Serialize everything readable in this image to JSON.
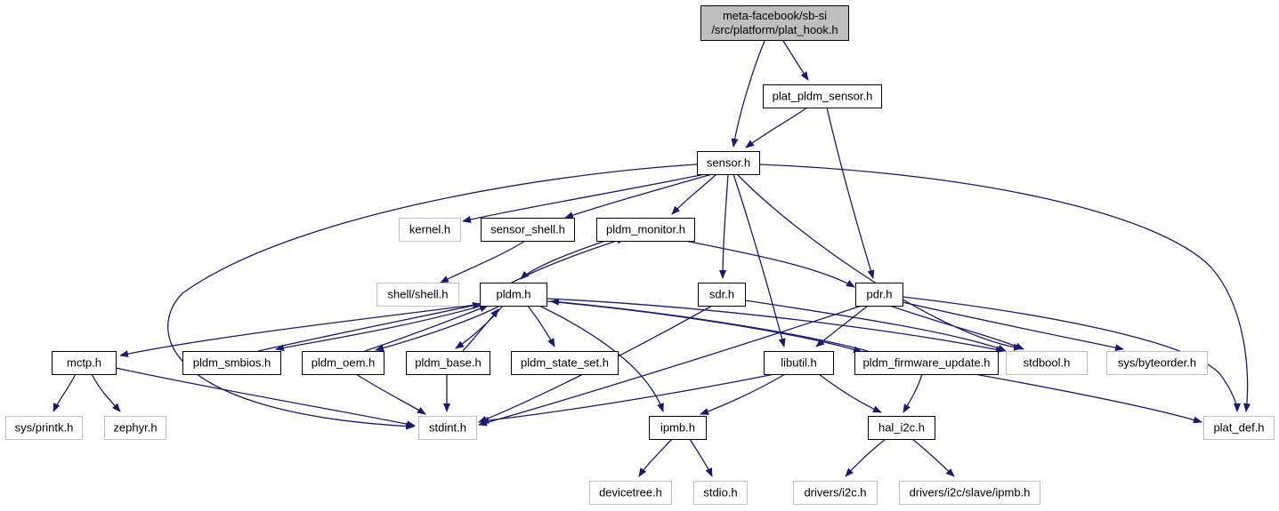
{
  "colors": {
    "edge": "#191970",
    "node_border": "#000000",
    "external_border": "#bfbfbf",
    "root_fill": "#bfbfbf",
    "node_fill": "#ffffff"
  },
  "nodes": [
    {
      "id": "root",
      "label": "meta-facebook/sb-si\n/src/platform/plat_hook.h",
      "kind": "root"
    },
    {
      "id": "plat_pldm_sensor",
      "label": "plat_pldm_sensor.h",
      "kind": "local"
    },
    {
      "id": "sensor",
      "label": "sensor.h",
      "kind": "local"
    },
    {
      "id": "kernel",
      "label": "kernel.h",
      "kind": "external"
    },
    {
      "id": "sensor_shell",
      "label": "sensor_shell.h",
      "kind": "local"
    },
    {
      "id": "pldm_monitor",
      "label": "pldm_monitor.h",
      "kind": "local"
    },
    {
      "id": "shell",
      "label": "shell/shell.h",
      "kind": "external"
    },
    {
      "id": "pldm",
      "label": "pldm.h",
      "kind": "local"
    },
    {
      "id": "sdr",
      "label": "sdr.h",
      "kind": "local"
    },
    {
      "id": "pdr",
      "label": "pdr.h",
      "kind": "local"
    },
    {
      "id": "mctp",
      "label": "mctp.h",
      "kind": "local"
    },
    {
      "id": "pldm_smbios",
      "label": "pldm_smbios.h",
      "kind": "local"
    },
    {
      "id": "pldm_oem",
      "label": "pldm_oem.h",
      "kind": "local"
    },
    {
      "id": "pldm_base",
      "label": "pldm_base.h",
      "kind": "local"
    },
    {
      "id": "pldm_state_set",
      "label": "pldm_state_set.h",
      "kind": "local"
    },
    {
      "id": "libutil",
      "label": "libutil.h",
      "kind": "local"
    },
    {
      "id": "pldm_fw",
      "label": "pldm_firmware_update.h",
      "kind": "local"
    },
    {
      "id": "stdbool",
      "label": "stdbool.h",
      "kind": "external"
    },
    {
      "id": "byteorder",
      "label": "sys/byteorder.h",
      "kind": "external"
    },
    {
      "id": "printk",
      "label": "sys/printk.h",
      "kind": "external"
    },
    {
      "id": "zephyr",
      "label": "zephyr.h",
      "kind": "external"
    },
    {
      "id": "stdint",
      "label": "stdint.h",
      "kind": "external"
    },
    {
      "id": "ipmb",
      "label": "ipmb.h",
      "kind": "local"
    },
    {
      "id": "hal_i2c",
      "label": "hal_i2c.h",
      "kind": "local"
    },
    {
      "id": "plat_def",
      "label": "plat_def.h",
      "kind": "external"
    },
    {
      "id": "devicetree",
      "label": "devicetree.h",
      "kind": "external"
    },
    {
      "id": "stdio",
      "label": "stdio.h",
      "kind": "external"
    },
    {
      "id": "drivers_i2c",
      "label": "drivers/i2c.h",
      "kind": "external"
    },
    {
      "id": "drivers_ipmb",
      "label": "drivers/i2c/slave/ipmb.h",
      "kind": "external"
    }
  ],
  "edges": [
    {
      "from": "root",
      "to": "sensor"
    },
    {
      "from": "root",
      "to": "plat_pldm_sensor"
    },
    {
      "from": "plat_pldm_sensor",
      "to": "sensor"
    },
    {
      "from": "plat_pldm_sensor",
      "to": "pdr"
    },
    {
      "from": "sensor",
      "to": "kernel"
    },
    {
      "from": "sensor",
      "to": "sensor_shell"
    },
    {
      "from": "sensor",
      "to": "pldm_monitor"
    },
    {
      "from": "sensor",
      "to": "sdr"
    },
    {
      "from": "sensor",
      "to": "libutil"
    },
    {
      "from": "sensor",
      "to": "stdbool"
    },
    {
      "from": "sensor",
      "to": "stdint"
    },
    {
      "from": "sensor",
      "to": "plat_def"
    },
    {
      "from": "sensor_shell",
      "to": "shell"
    },
    {
      "from": "pldm_monitor",
      "to": "pldm"
    },
    {
      "from": "pldm_monitor",
      "to": "pdr"
    },
    {
      "from": "pldm",
      "to": "pldm_monitor"
    },
    {
      "from": "pldm",
      "to": "mctp"
    },
    {
      "from": "pldm",
      "to": "pldm_smbios"
    },
    {
      "from": "pldm",
      "to": "pldm_oem"
    },
    {
      "from": "pldm",
      "to": "pldm_base"
    },
    {
      "from": "pldm",
      "to": "pldm_state_set"
    },
    {
      "from": "pldm",
      "to": "pldm_fw"
    },
    {
      "from": "pldm",
      "to": "ipmb"
    },
    {
      "from": "pldm",
      "to": "stdbool"
    },
    {
      "from": "pldm_smbios",
      "to": "pldm"
    },
    {
      "from": "pldm_oem",
      "to": "pldm"
    },
    {
      "from": "pldm_oem",
      "to": "stdint"
    },
    {
      "from": "pldm_base",
      "to": "pldm"
    },
    {
      "from": "pldm_base",
      "to": "stdint"
    },
    {
      "from": "pldm_fw",
      "to": "pldm"
    },
    {
      "from": "pldm_fw",
      "to": "hal_i2c"
    },
    {
      "from": "pldm_fw",
      "to": "plat_def"
    },
    {
      "from": "sdr",
      "to": "stdint"
    },
    {
      "from": "sdr",
      "to": "stdbool"
    },
    {
      "from": "pdr",
      "to": "libutil"
    },
    {
      "from": "pdr",
      "to": "stdbool"
    },
    {
      "from": "pdr",
      "to": "byteorder"
    },
    {
      "from": "pdr",
      "to": "plat_def"
    },
    {
      "from": "pdr",
      "to": "stdint"
    },
    {
      "from": "mctp",
      "to": "printk"
    },
    {
      "from": "mctp",
      "to": "zephyr"
    },
    {
      "from": "mctp",
      "to": "stdint"
    },
    {
      "from": "libutil",
      "to": "stdint"
    },
    {
      "from": "libutil",
      "to": "ipmb"
    },
    {
      "from": "libutil",
      "to": "hal_i2c"
    },
    {
      "from": "ipmb",
      "to": "devicetree"
    },
    {
      "from": "ipmb",
      "to": "stdio"
    },
    {
      "from": "hal_i2c",
      "to": "drivers_i2c"
    },
    {
      "from": "hal_i2c",
      "to": "drivers_ipmb"
    }
  ]
}
